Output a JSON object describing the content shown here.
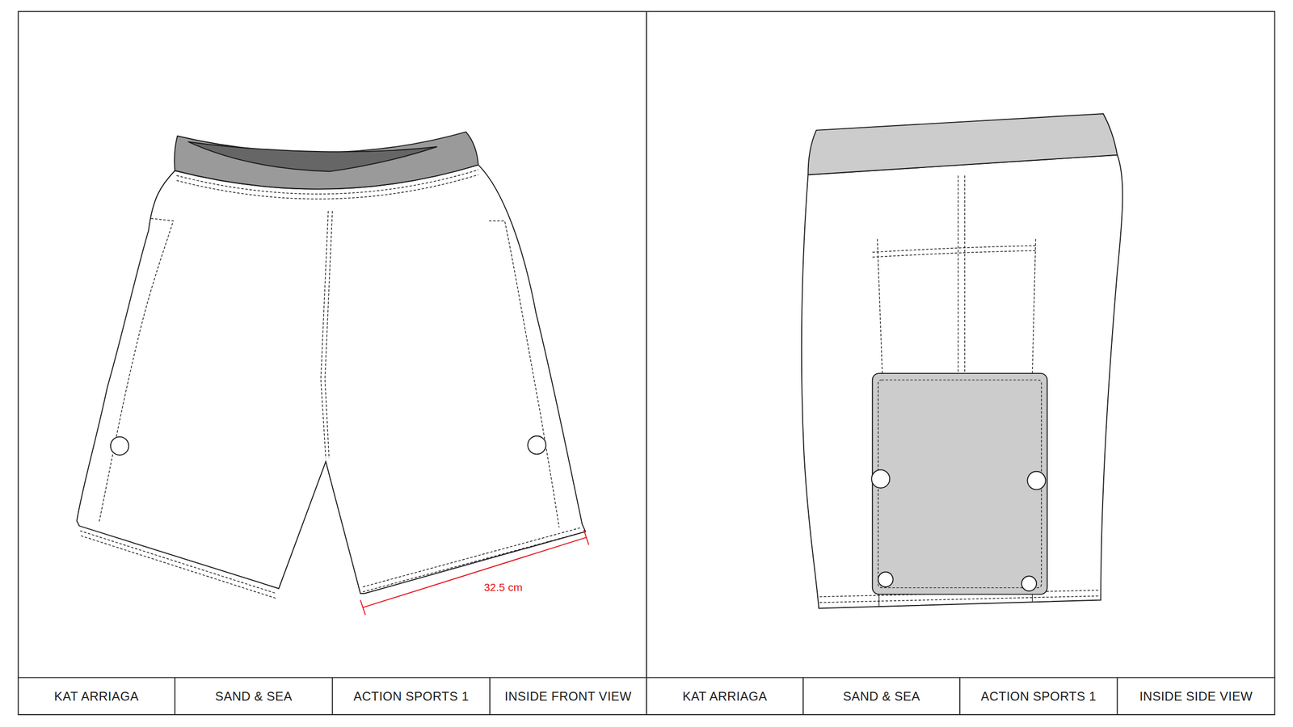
{
  "diagram": {
    "nodes": [
      {
        "text": [
          "KAT ARRIAGA"
        ]
      },
      {
        "text": [
          "SAND & SEA"
        ]
      },
      {
        "text": [
          "ACTION SPORTS 1"
        ]
      },
      {
        "text": [
          "INSIDE FRONT VIEW"
        ]
      },
      {
        "text": [
          "KAT ARRIAGA"
        ]
      },
      {
        "text": [
          "SAND & SEA"
        ]
      },
      {
        "text": [
          "ACTION SPORTS 1"
        ]
      },
      {
        "text": [
          "INSIDE SIDE VIEW"
        ]
      }
    ],
    "labels": [
      "32.5 cm"
    ]
  }
}
